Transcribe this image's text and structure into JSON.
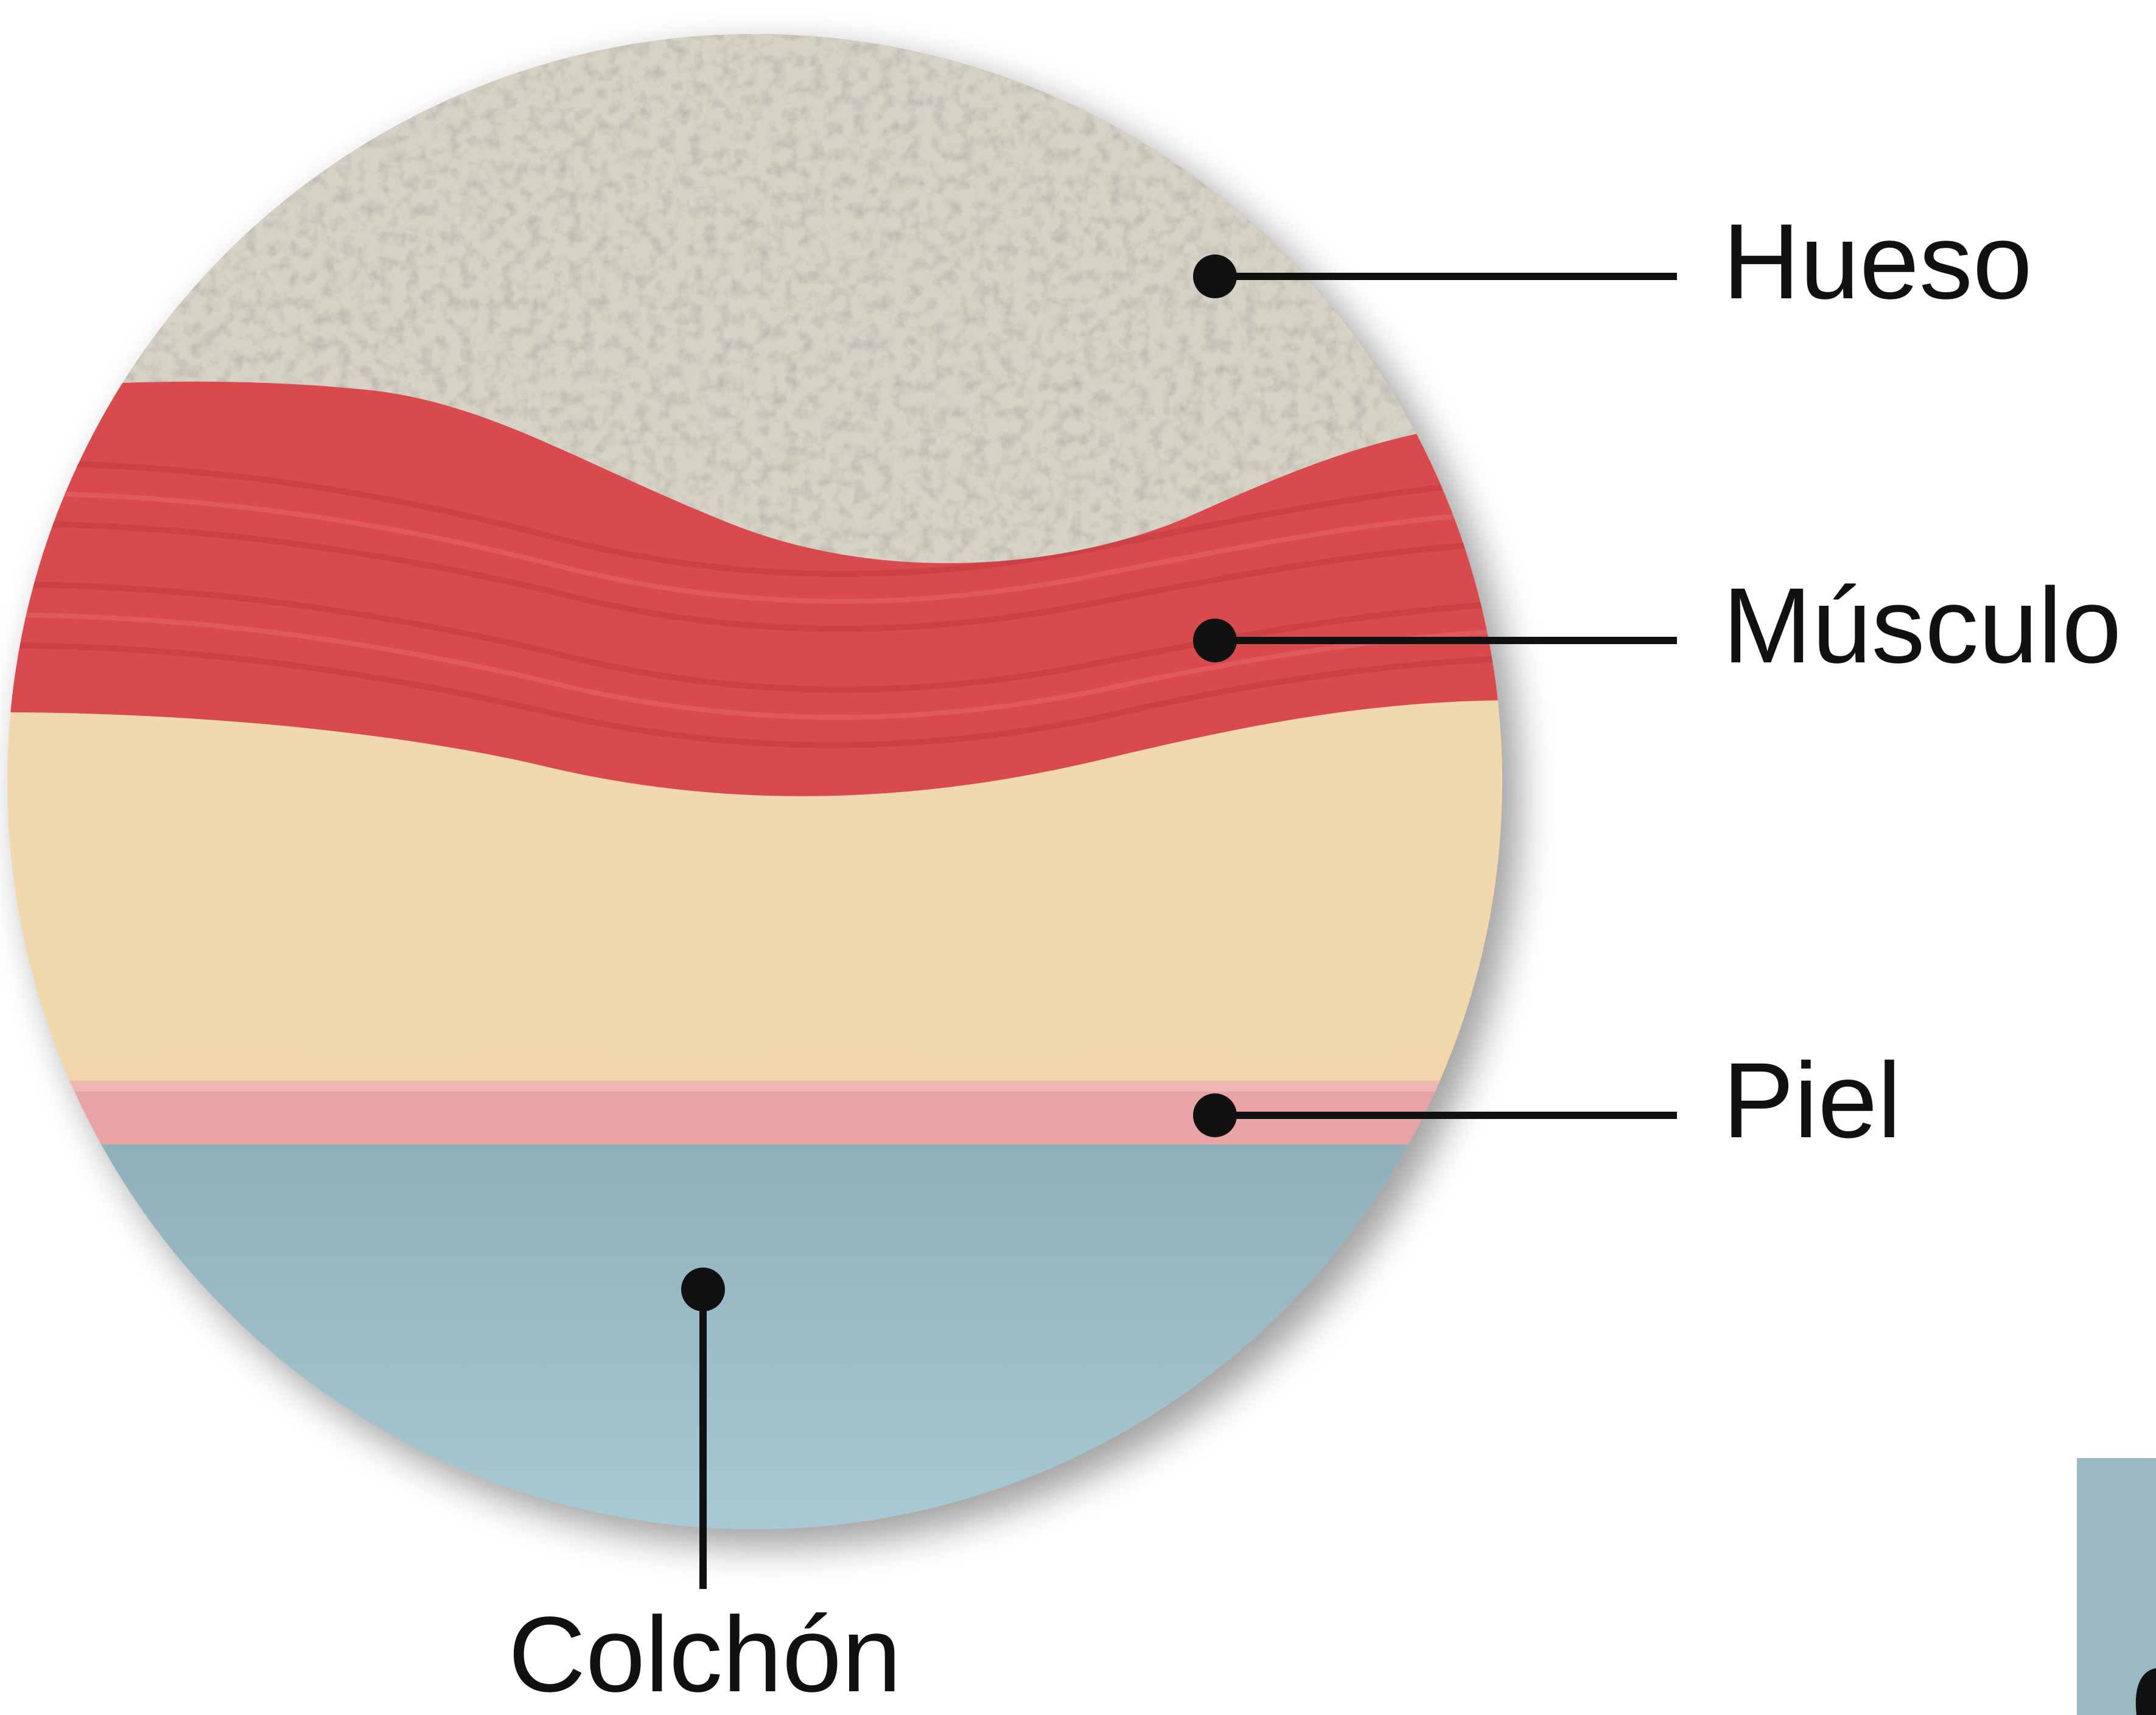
{
  "layers": {
    "bone": {
      "label": "Hueso",
      "color": "#d6d2c6"
    },
    "muscle": {
      "label": "Músculo",
      "color": "#d94a4e"
    },
    "fat": {
      "label": "",
      "color": "#f1d7ad"
    },
    "skin": {
      "label": "Piel",
      "color": "#e8a3a4"
    },
    "mattress": {
      "label": "Colchón",
      "color": "#9cbcc6"
    }
  },
  "leader_color": "#111111",
  "corner_fragment_color": "#9cb8c2"
}
